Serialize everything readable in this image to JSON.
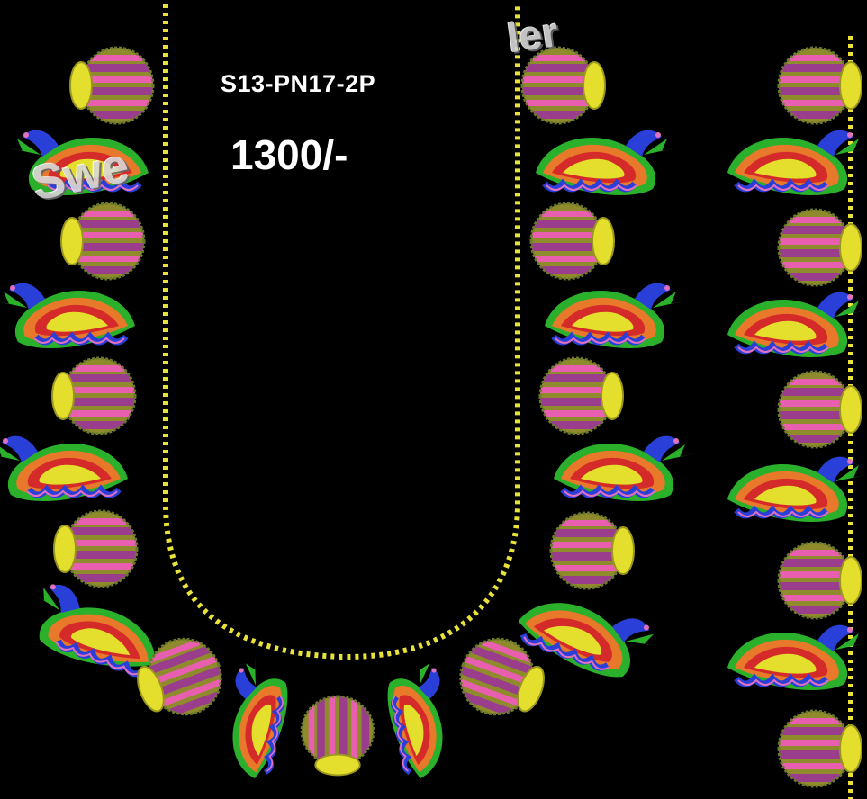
{
  "design_code": "S13-PN17-2P",
  "price": "1300/-",
  "watermark": {
    "left_fragment": "Swe",
    "right_fragment": "ler"
  },
  "colors": {
    "background": "#000000",
    "border_stitch": "#e8e23a",
    "pot_yellow": "#e4df2c",
    "pot_olive": "#8f8a2c",
    "pot_purple": "#9a3d8c",
    "pot_pink": "#e85fb0",
    "peacock_blue": "#2a3fd8",
    "peacock_green": "#2bb02b",
    "peacock_orange": "#e8782a",
    "peacock_red": "#d42a2a",
    "peacock_pink": "#e070c0"
  },
  "motifs": {
    "pot": "kalash-pot-motif",
    "peacock": "peacock-motif"
  }
}
